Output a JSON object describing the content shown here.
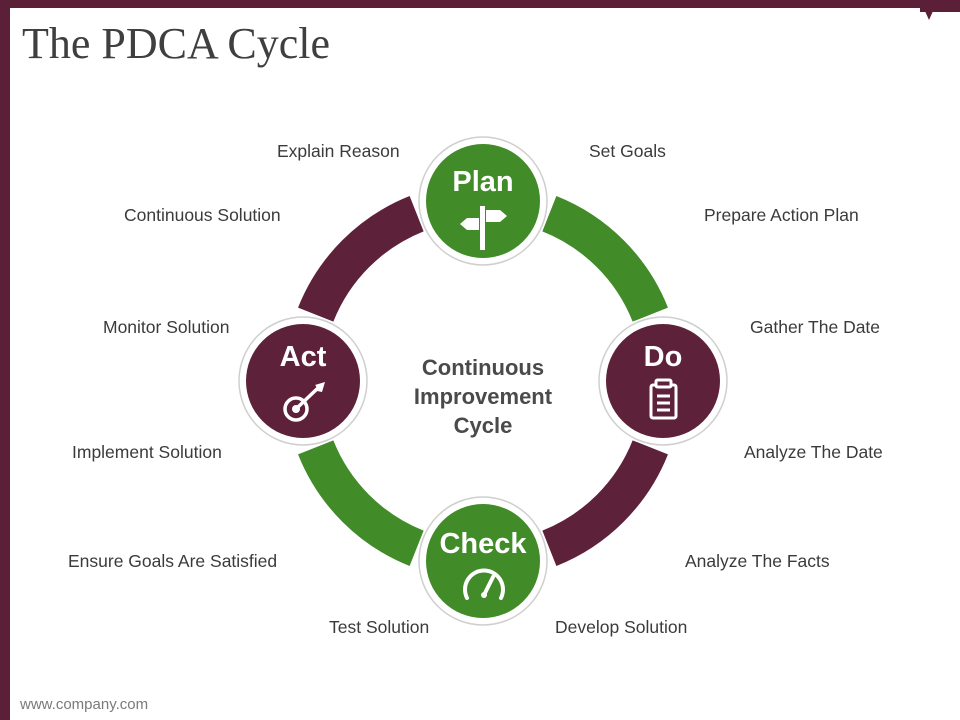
{
  "slide": {
    "title": "The PDCA Cycle",
    "footer": "www.company.com"
  },
  "colors": {
    "frame": "#5b1f38",
    "green": "#418b29",
    "maroon": "#5d2139",
    "text": "#3b3b3b"
  },
  "diagram": {
    "center_lines": [
      "Continuous",
      "Improvement",
      "Cycle"
    ],
    "nodes": [
      {
        "id": "plan",
        "title": "Plan",
        "icon": "signpost-icon",
        "color": "#418b29"
      },
      {
        "id": "do",
        "title": "Do",
        "icon": "clipboard-list-icon",
        "color": "#5d2139"
      },
      {
        "id": "check",
        "title": "Check",
        "icon": "gauge-icon",
        "color": "#418b29"
      },
      {
        "id": "act",
        "title": "Act",
        "icon": "target-arrow-icon",
        "color": "#5d2139"
      }
    ],
    "labels": {
      "explain_reason": "Explain Reason",
      "set_goals": "Set Goals",
      "continuous_solution": "Continuous Solution",
      "prepare_action_plan": "Prepare Action Plan",
      "monitor_solution": "Monitor Solution",
      "gather_the_date": "Gather The Date",
      "implement_solution": "Implement Solution",
      "analyze_the_date": "Analyze The Date",
      "ensure_goals_are_satisfied": "Ensure Goals Are Satisfied",
      "analyze_the_facts": "Analyze The Facts",
      "test_solution": "Test Solution",
      "develop_solution": "Develop Solution"
    }
  }
}
